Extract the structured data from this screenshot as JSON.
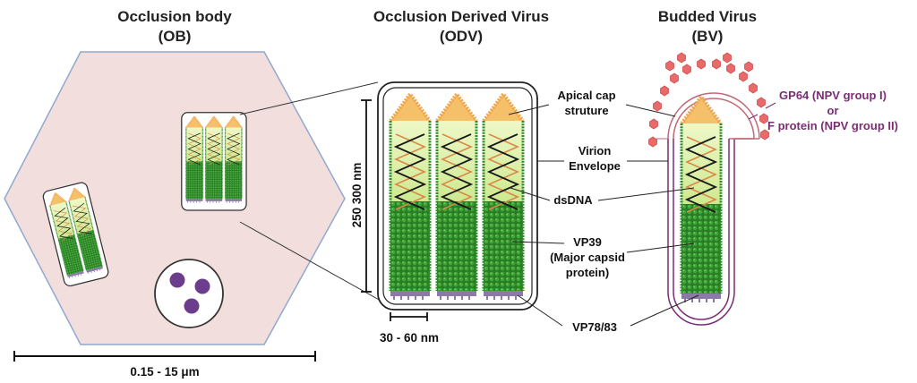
{
  "titles": {
    "ob_line1": "Occlusion body",
    "ob_line2": "(OB)",
    "odv_line1": "Occlusion Derived Virus",
    "odv_line2": "(ODV)",
    "bv_line1": "Budded Virus",
    "bv_line2": "(BV)"
  },
  "labels": {
    "apical_1": "Apical cap",
    "apical_2": "struture",
    "envelope_1": "Virion",
    "envelope_2": "Envelope",
    "dsdna": "dsDNA",
    "vp39_1": "VP39",
    "vp39_2": "(Major capsid",
    "vp39_3": "protein)",
    "vp78": "VP78/83",
    "gp64_1": "GP64 (NPV group I)",
    "gp64_2": "or",
    "gp64_3": "F protein (NPV group II)"
  },
  "dimensions": {
    "ob_scale": "0.15 - 15 μm",
    "odv_height": "250 300 nm",
    "odv_width": "30 - 60 nm"
  },
  "colors": {
    "hexagon_fill": "#f3dede",
    "hexagon_stroke": "#8fa9cf",
    "capsid_green": "#2f8a2a",
    "capsid_light": "#d9f0a6",
    "cap_orange": "#f0a24a",
    "dna_dark": "#1a1a1a",
    "dna_orange": "#d9894a",
    "vp78_purple": "#8b7aa8",
    "gp64_red": "#e86a6a",
    "polyhedrin_purple": "#6b3d8c",
    "label_purple": "#7a2d73"
  }
}
